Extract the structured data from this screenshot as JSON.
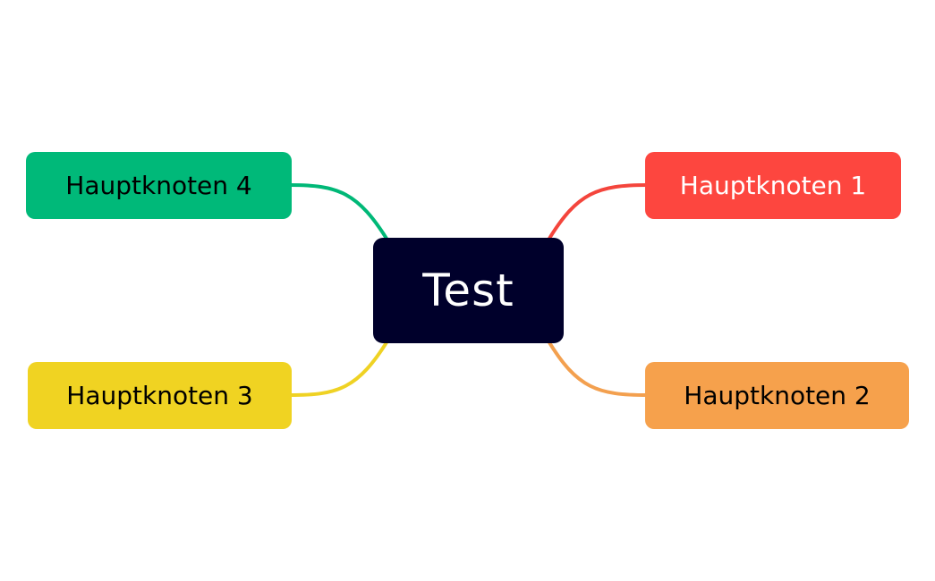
{
  "central_topic": {
    "label": "Test",
    "fill": "#00002b",
    "text_color": "#ffffff"
  },
  "main_topics": [
    {
      "label": "Hauptknoten 1",
      "fill": "#fd463f",
      "text_color": "#ffffff",
      "line_color": "#f4453c"
    },
    {
      "label": "Hauptknoten 2",
      "fill": "#f6a14c",
      "text_color": "#000000",
      "line_color": "#f3a04f"
    },
    {
      "label": "Hauptknoten 3",
      "fill": "#f0d322",
      "text_color": "#000000",
      "line_color": "#efd224"
    },
    {
      "label": "Hauptknoten 4",
      "fill": "#00b979",
      "text_color": "#000000",
      "line_color": "#00b877"
    }
  ]
}
